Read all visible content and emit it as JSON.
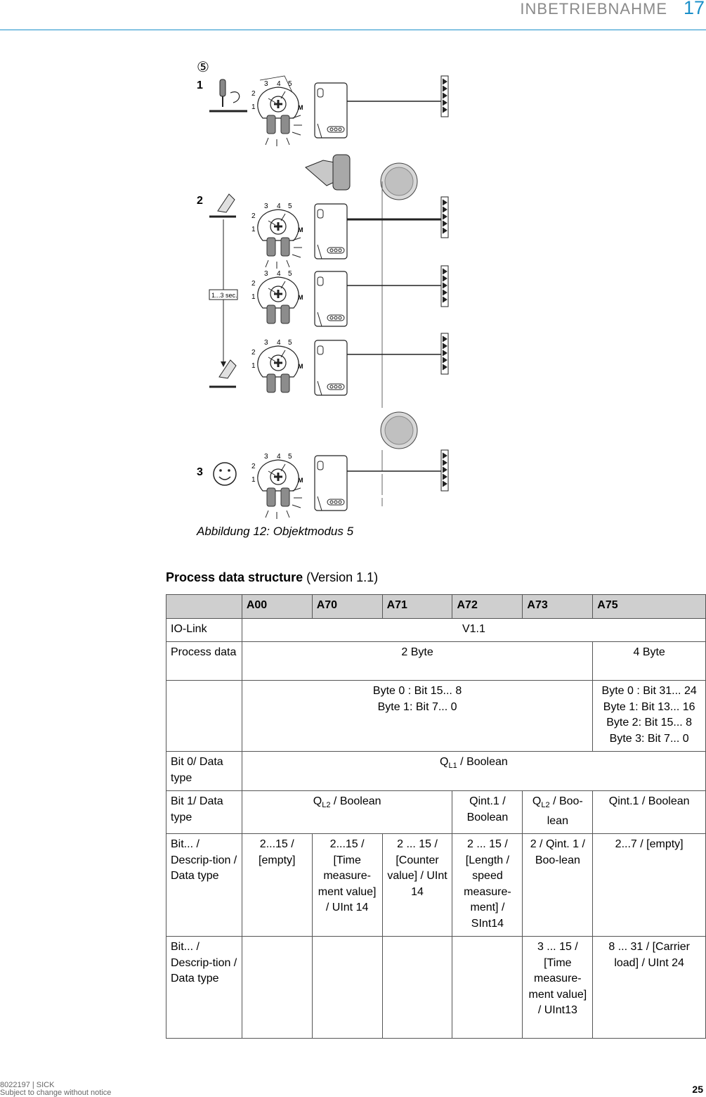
{
  "header": {
    "title": "INBETRIEBNAHME",
    "chapter": "17"
  },
  "figure": {
    "step_marker": "⑤",
    "step_labels": [
      "1",
      "2",
      "3"
    ],
    "dial_numbers": [
      "1",
      "2",
      "3",
      "4",
      "5"
    ],
    "dial_mode_label": "M",
    "time_label": "1...3 sec.",
    "caption": "Abbildung 12: Objektmodus 5"
  },
  "section": {
    "title": "Process data structure",
    "version": "(Version 1.1)"
  },
  "table": {
    "headers": [
      "",
      "A00",
      "A70",
      "A71",
      "A72",
      "A73",
      "A75"
    ],
    "io_link": {
      "label": "IO-Link",
      "value": "V1.1"
    },
    "process_data": {
      "label": "Process data",
      "value_2byte": "2 Byte",
      "value_4byte": "4 Byte"
    },
    "bytes": {
      "label": "",
      "two_byte_lines": [
        "Byte 0 : Bit 15... 8",
        "Byte 1: Bit 7... 0"
      ],
      "four_byte_lines": [
        "Byte 0 : Bit 31... 24",
        "Byte 1: Bit 13... 16",
        "Byte 2: Bit 15... 8",
        "Byte 3: Bit 7... 0"
      ]
    },
    "bit0": {
      "label": "Bit 0/ Data type",
      "q": "Q",
      "sub": "L1",
      "rest": " / Boolean"
    },
    "bit1": {
      "label": "Bit 1/ Data type",
      "a00_a71": {
        "q": "Q",
        "sub": "L2",
        "rest": " / Boolean"
      },
      "a72": "Qint.1 / Boolean",
      "a73": {
        "q": "Q",
        "sub": "L2",
        "rest": " / Boo-lean"
      },
      "a75": "Qint.1 / Boolean"
    },
    "bits_row1": {
      "label": "Bit... / Descrip-tion / Data type",
      "cells": [
        "2...15 / [empty]",
        "2...15 / [Time measure-ment value] / UInt 14",
        "2 ... 15 / [Counter value] / UInt 14",
        "2 ... 15 / [Length / speed measure-ment] / SInt14",
        "2 / Qint. 1 / Boo-lean",
        "2...7 / [empty]"
      ]
    },
    "bits_row2": {
      "label": "Bit... / Descrip-tion / Data type",
      "cells": [
        "",
        "",
        "",
        "",
        "3 ... 15 / [Time measure-ment value] / UInt13",
        "8 ... 31 / [Carrier load] / UInt 24"
      ]
    }
  },
  "footer": {
    "doc_id": "8022197 | SICK",
    "notice": "Subject to change without notice",
    "page": "25"
  }
}
